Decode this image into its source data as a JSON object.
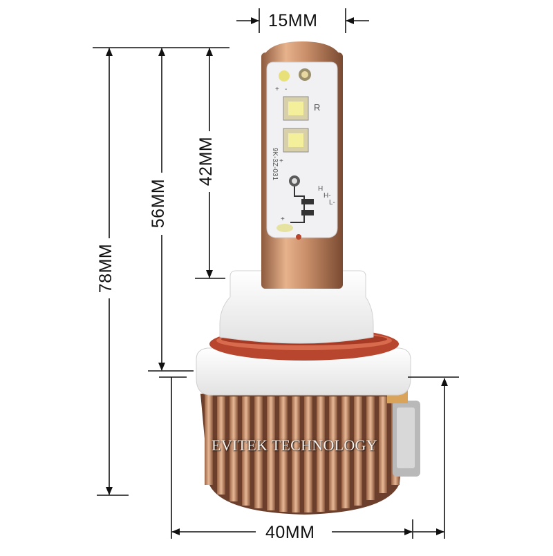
{
  "dimensions": {
    "top_width": "15MM",
    "total_height": "78MM",
    "mid_height": "56MM",
    "led_height": "42MM",
    "base_width": "40MM"
  },
  "watermark": "EVITEK TECHNOLOGY",
  "pcb_markings": {
    "pcb_code": "9K-3Z-031",
    "led_mark": "R",
    "pin_h": "H",
    "pin_h_minus": "H-",
    "pin_l_minus": "L-",
    "plus_1": "+",
    "minus_1": "-",
    "plus_2": "+",
    "plus_3": "+"
  },
  "colors": {
    "copper": "#c98f6a",
    "pcb_white": "#f1f1f3",
    "led_yellow": "#f3ef9a",
    "ring_red": "#b8452d",
    "socket_white": "#f4f4f4",
    "line": "#111111"
  }
}
